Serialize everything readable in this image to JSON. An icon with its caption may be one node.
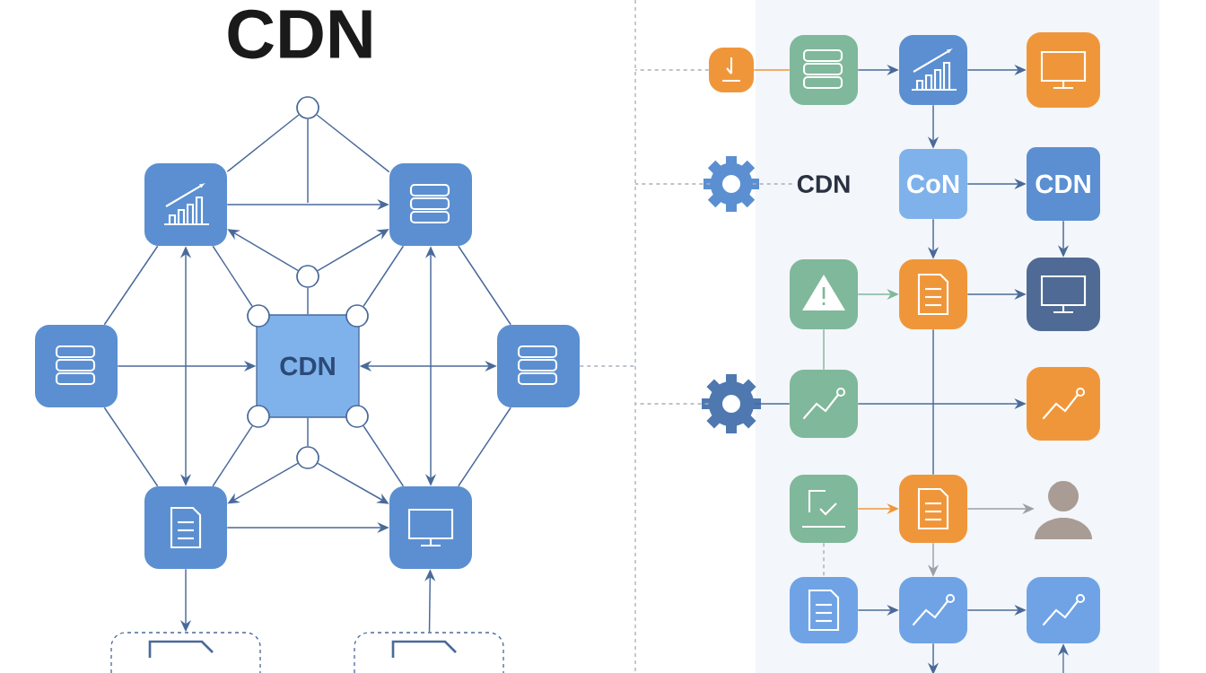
{
  "diagram": {
    "title": "CDN",
    "nodes": [
      {
        "text": [
          "CDN"
        ]
      },
      {
        "text": [],
        "shape": "box"
      },
      {
        "text": [],
        "shape": "box"
      },
      {
        "text": [],
        "shape": "box"
      },
      {
        "text": [],
        "shape": "box"
      },
      {
        "text": [],
        "shape": "box"
      },
      {
        "text": [],
        "shape": "box"
      },
      {
        "text": [],
        "shape": "circle"
      },
      {
        "text": [],
        "shape": "circle"
      },
      {
        "text": [],
        "shape": "circle"
      },
      {
        "text": [],
        "shape": "circle"
      },
      {
        "text": [],
        "shape": "circle"
      },
      {
        "text": [],
        "shape": "circle"
      },
      {
        "text": [],
        "shape": "circle"
      },
      {
        "text": [],
        "shape": "box"
      },
      {
        "text": [],
        "shape": "box"
      },
      {
        "text": [],
        "shape": "gear"
      },
      {
        "text": [],
        "shape": "box"
      },
      {
        "text": [],
        "shape": "box"
      },
      {
        "text": [],
        "shape": "box"
      },
      {
        "text": [],
        "shape": "gear"
      },
      {
        "text": [
          "CDN"
        ]
      },
      {
        "text": [
          "CoN"
        ]
      },
      {
        "text": [
          "CDN"
        ]
      },
      {
        "text": [],
        "shape": "box"
      },
      {
        "text": [],
        "shape": "box"
      },
      {
        "text": [],
        "shape": "box"
      },
      {
        "text": [],
        "shape": "gear"
      },
      {
        "text": [],
        "shape": "box"
      },
      {
        "text": [],
        "shape": "box"
      },
      {
        "text": [],
        "shape": "box"
      },
      {
        "text": [],
        "shape": "box"
      },
      {
        "text": [],
        "shape": "person"
      },
      {
        "text": [],
        "shape": "box"
      },
      {
        "text": [],
        "shape": "box"
      },
      {
        "text": [],
        "shape": "box"
      },
      {
        "text": [],
        "shape": "bar"
      }
    ],
    "edges": [
      {
        "from": 1,
        "to": 2,
        "arrow": "to"
      },
      {
        "from": 7,
        "to": 1,
        "arrow": "none"
      },
      {
        "from": 7,
        "to": 2,
        "arrow": "none"
      },
      {
        "from": 8,
        "to": 1,
        "arrow": "to"
      },
      {
        "from": 8,
        "to": 2,
        "arrow": "to"
      },
      {
        "from": 8,
        "to": 0,
        "arrow": "none"
      },
      {
        "from": 1,
        "to": 5,
        "arrow": "both"
      },
      {
        "from": 2,
        "to": 6,
        "arrow": "both"
      },
      {
        "from": 3,
        "to": 0,
        "arrow": "to"
      },
      {
        "from": 0,
        "to": 4,
        "arrow": "both"
      },
      {
        "from": 3,
        "to": 1,
        "arrow": "none"
      },
      {
        "from": 3,
        "to": 5,
        "arrow": "none"
      },
      {
        "from": 4,
        "to": 2,
        "arrow": "none"
      },
      {
        "from": 4,
        "to": 6,
        "arrow": "none"
      },
      {
        "from": 1,
        "to": 10,
        "arrow": "none"
      },
      {
        "from": 2,
        "to": 11,
        "arrow": "none"
      },
      {
        "from": 5,
        "to": 12,
        "arrow": "none"
      },
      {
        "from": 6,
        "to": 13,
        "arrow": "none"
      },
      {
        "from": 9,
        "to": 5,
        "arrow": "to"
      },
      {
        "from": 9,
        "to": 6,
        "arrow": "to"
      },
      {
        "from": 0,
        "to": 9,
        "arrow": "none"
      },
      {
        "from": 5,
        "to": 6,
        "arrow": "to"
      },
      {
        "from": 5,
        "to": 14,
        "arrow": "to"
      },
      {
        "from": 15,
        "to": 6,
        "arrow": "to"
      },
      {
        "from": 16,
        "to": 17,
        "arrow": "none",
        "color": "#f0963a"
      },
      {
        "from": 17,
        "to": 18,
        "arrow": "to"
      },
      {
        "from": 18,
        "to": 19,
        "arrow": "to"
      },
      {
        "from": 18,
        "to": 22,
        "arrow": "to"
      },
      {
        "from": 20,
        "to": 21,
        "arrow": "none",
        "style": "dashed",
        "color": "#a8b0ba"
      },
      {
        "from": 22,
        "to": 23,
        "arrow": "to"
      },
      {
        "from": 22,
        "to": 25,
        "arrow": "to"
      },
      {
        "from": 23,
        "to": 26,
        "arrow": "to"
      },
      {
        "from": 24,
        "to": 25,
        "arrow": "to",
        "color": "#7fb89a"
      },
      {
        "from": 25,
        "to": 26,
        "arrow": "to"
      },
      {
        "from": 24,
        "to": 28,
        "arrow": "none",
        "color": "#7fb89a"
      },
      {
        "from": 25,
        "to": 31,
        "arrow": "none"
      },
      {
        "from": 27,
        "to": 28,
        "arrow": "none"
      },
      {
        "from": 28,
        "to": 29,
        "arrow": "to"
      },
      {
        "from": 30,
        "to": 31,
        "arrow": "to",
        "color": "#f0963a"
      },
      {
        "from": 31,
        "to": 32,
        "arrow": "to",
        "color": "#9aa0a8"
      },
      {
        "from": 31,
        "to": 34,
        "arrow": "to",
        "color": "#9aa0a8"
      },
      {
        "from": 30,
        "to": 33,
        "arrow": "none",
        "style": "dashed",
        "color": "#a8b0ba"
      },
      {
        "from": 33,
        "to": 34,
        "arrow": "to"
      },
      {
        "from": 34,
        "to": 35,
        "arrow": "to"
      },
      {
        "from": 34,
        "to": null,
        "arrow": "to"
      },
      {
        "from": null,
        "to": 35,
        "arrow": "to"
      },
      {
        "from": 7,
        "to": null,
        "arrow": "none"
      },
      {
        "from": 4,
        "to": 36,
        "arrow": "none",
        "style": "dashed",
        "color": "#a8b0ba"
      },
      {
        "from": 16,
        "to": 36,
        "arrow": "none",
        "style": "dashed",
        "color": "#a8b0ba"
      },
      {
        "from": 20,
        "to": 36,
        "arrow": "none",
        "style": "dashed",
        "color": "#a8b0ba"
      },
      {
        "from": 27,
        "to": 36,
        "arrow": "none",
        "style": "dashed",
        "color": "#a8b0ba"
      }
    ]
  }
}
